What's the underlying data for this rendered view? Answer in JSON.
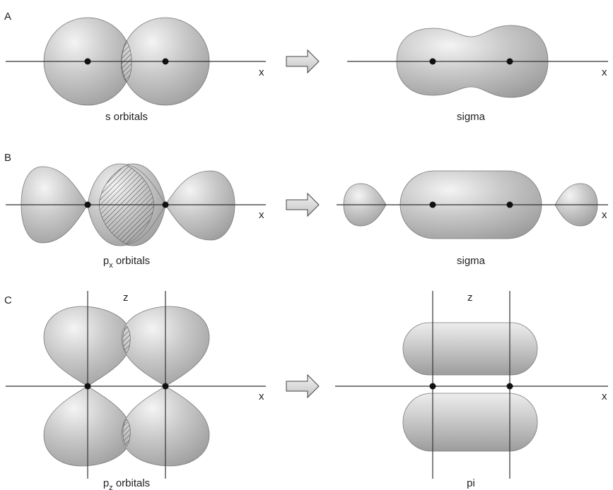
{
  "panels": [
    {
      "letter": "A",
      "left_caption": "s orbitals",
      "right_caption": "sigma",
      "left_axis_label": "x",
      "right_axis_label": "x"
    },
    {
      "letter": "B",
      "left_caption_main": "p",
      "left_caption_sub": "x",
      "left_caption_rest": " orbitals",
      "right_caption": "sigma",
      "left_axis_label": "x",
      "right_axis_label": "x"
    },
    {
      "letter": "C",
      "left_caption_main": "p",
      "left_caption_sub": "z",
      "left_caption_rest": " orbitals",
      "right_caption": "pi",
      "left_axis_label": "x",
      "right_axis_label": "x",
      "left_vertical_label": "z",
      "right_vertical_label": "z"
    }
  ],
  "colors": {
    "orbital_fill": "#b9b9b9",
    "orbital_highlight": "#f4f4f4",
    "axis": "#333333",
    "nucleus": "#111111"
  },
  "icons": {
    "arrow": "right-arrow-icon"
  }
}
